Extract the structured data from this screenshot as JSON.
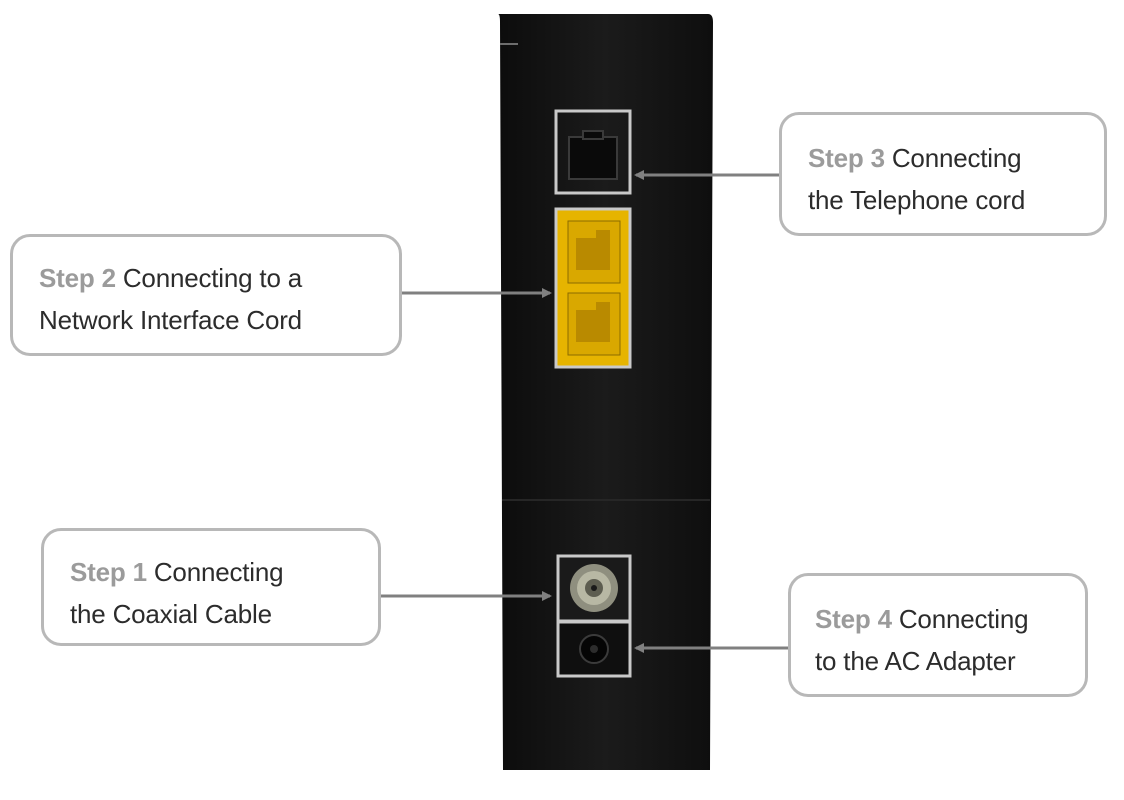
{
  "callouts": {
    "step3": {
      "step": "Step 3",
      "line1": "Connecting",
      "line2": "the Telephone cord"
    },
    "step2": {
      "step": "Step 2",
      "line1": "Connecting to a",
      "line2": "Network Interface Cord"
    },
    "step1": {
      "step": "Step 1",
      "line1": "Connecting",
      "line2": "the Coaxial Cable"
    },
    "step4": {
      "step": "Step 4",
      "line1": "Connecting",
      "line2": "to the AC Adapter"
    }
  },
  "colors": {
    "device_body": "#141414",
    "ethernet_port": "#e6b400",
    "callout_border": "#b8b8b8",
    "arrow": "#808080",
    "step_label": "#9b9b9b"
  }
}
